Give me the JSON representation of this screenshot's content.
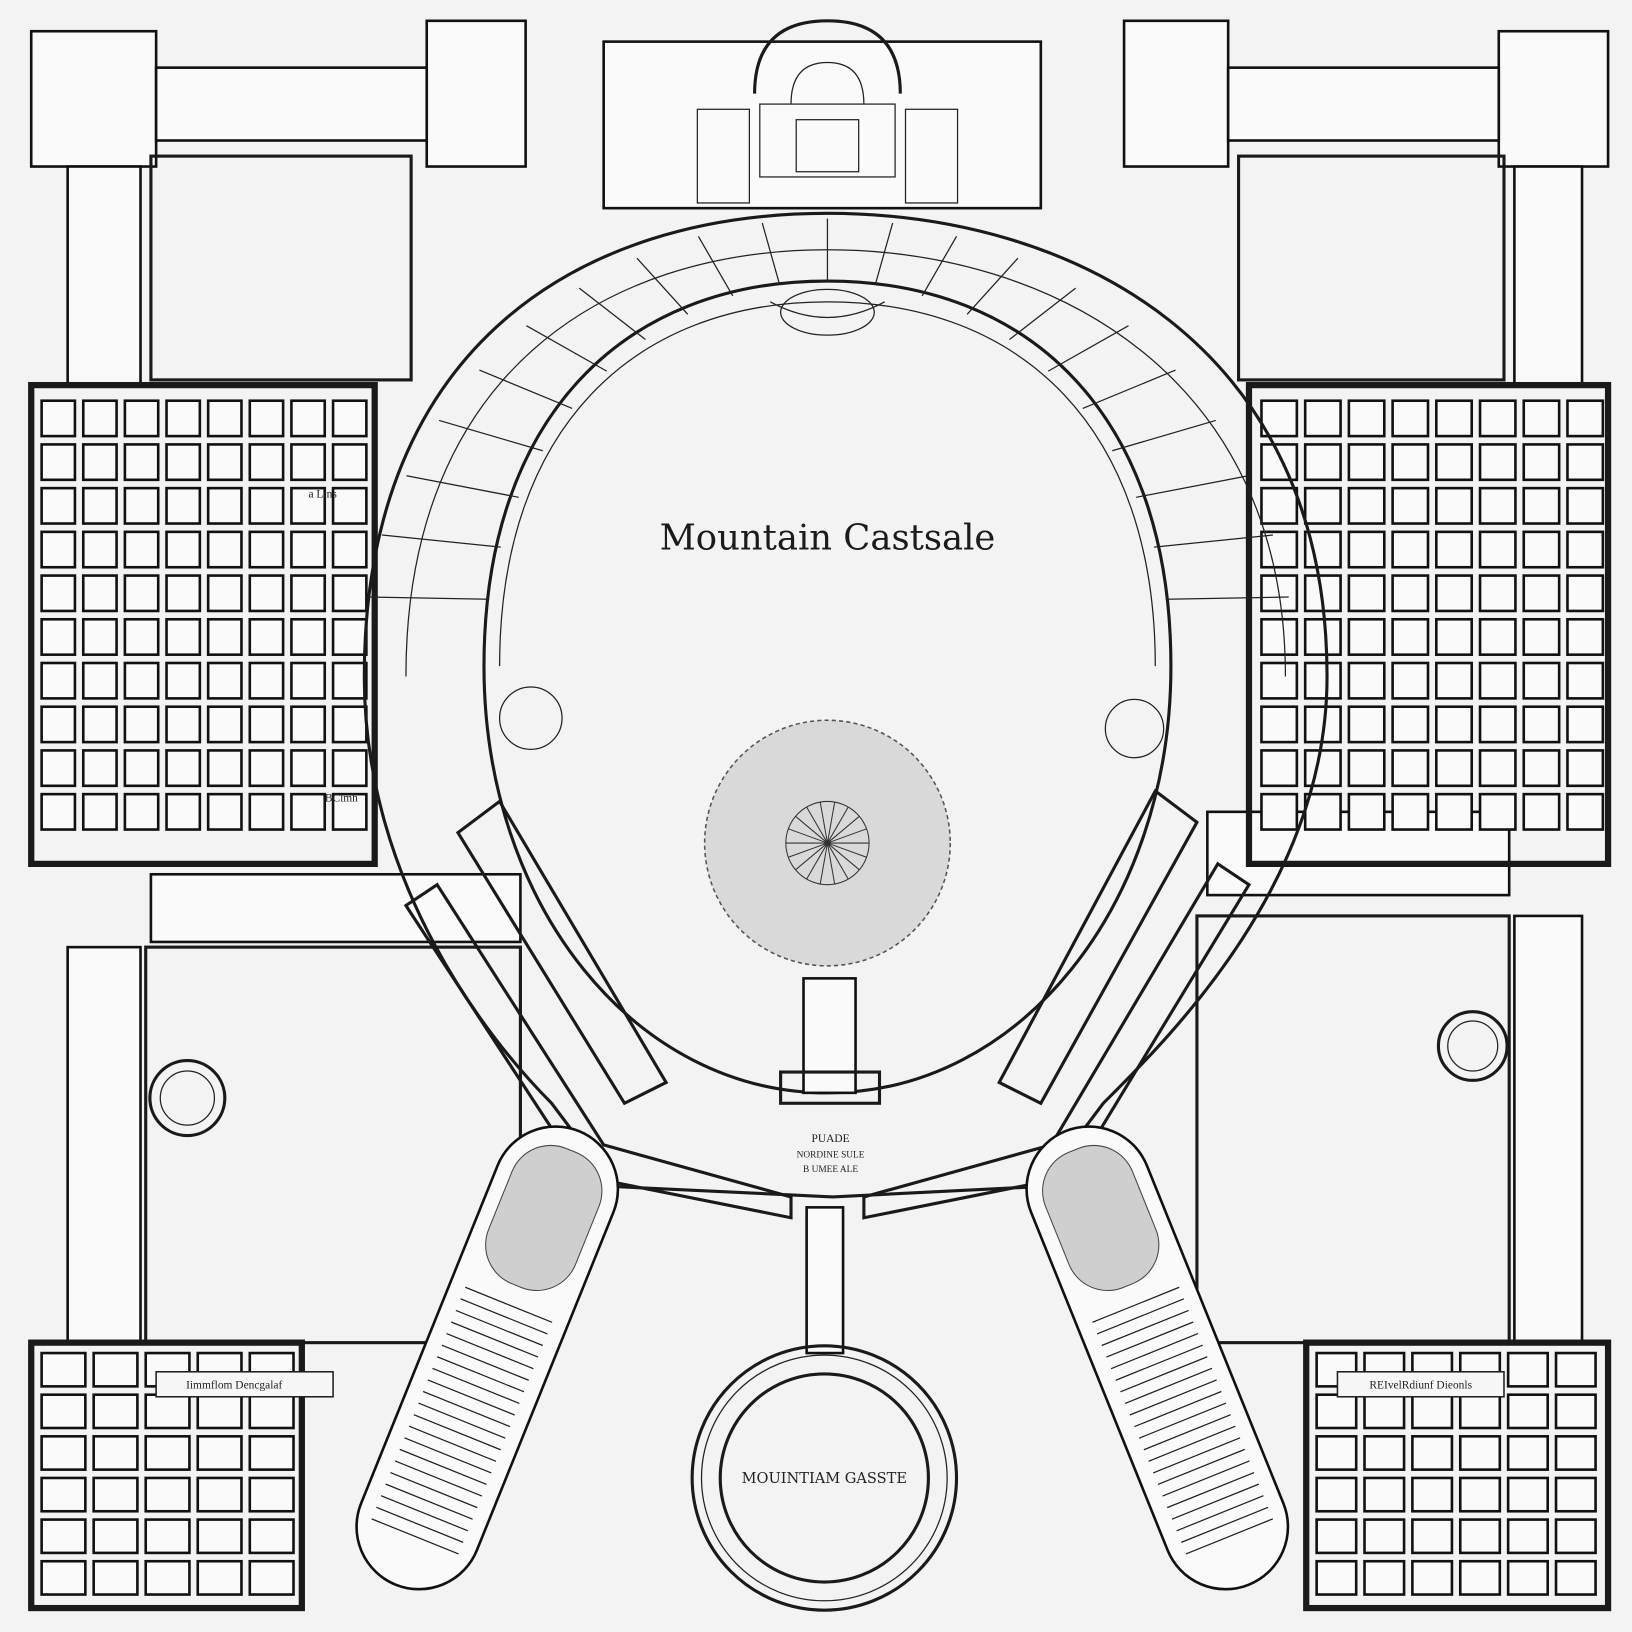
{
  "plan": {
    "title": "Mountain Castsale",
    "center_labels": [
      "PUADE",
      "NORDINE SULE",
      "B UMEE ALE"
    ],
    "ring_label": "MOUINTIAM GASSTE",
    "left_wing_label_top": "a Lins",
    "left_wing_label_mid": "BClmh",
    "bottom_left_label": "Iimmflom Dencgalaf",
    "bottom_right_label": "REIvelRdiunf Dieonls"
  }
}
